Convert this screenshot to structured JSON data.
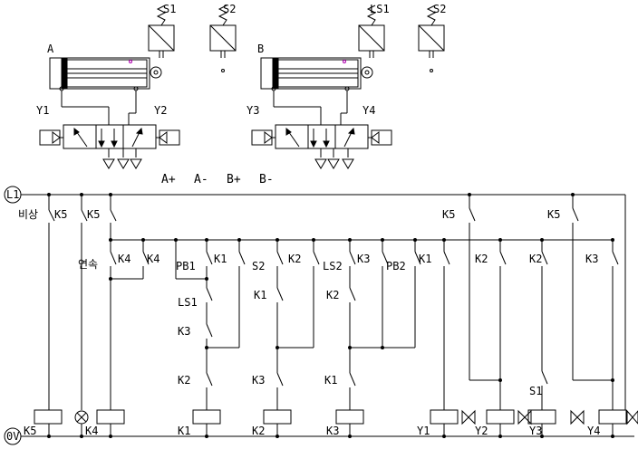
{
  "cylinder_a": {
    "label": "A",
    "sensor_left": "S1",
    "sensor_right": "S2",
    "valve_left": "Y1",
    "valve_right": "Y2"
  },
  "cylinder_b": {
    "label": "B",
    "sensor_left": "LS1",
    "sensor_right": "S2",
    "valve_left": "Y3",
    "valve_right": "Y4"
  },
  "sequence": [
    "A+",
    "A-",
    "B+",
    "B-"
  ],
  "ladder": {
    "rail_top": "L1",
    "rail_bottom": "0V",
    "emergency": "비상",
    "continuous": "연속",
    "labels": {
      "k5_emerg": "K5",
      "k5_top1": "K5",
      "k5_top2": "K5",
      "k5_top3": "K5",
      "k4_a": "K4",
      "k4_b": "K4",
      "pb1": "PB1",
      "k1_a": "K1",
      "s2": "S2",
      "k2_a": "K2",
      "ls2": "LS2",
      "k3_a": "K3",
      "pb2": "PB2",
      "k1_b": "K1",
      "k2_b": "K2",
      "k2_c": "K2",
      "k3_b": "K3",
      "ls1": "LS1",
      "k1_c": "K1",
      "k2_d": "K2",
      "k3_c": "K3",
      "k2_e": "K2",
      "k3_d": "K3",
      "k1_d": "K1",
      "s1": "S1"
    },
    "coils": [
      "K5",
      "K4",
      "K1",
      "K2",
      "K3",
      "Y1",
      "Y2",
      "Y3",
      "Y4"
    ]
  }
}
